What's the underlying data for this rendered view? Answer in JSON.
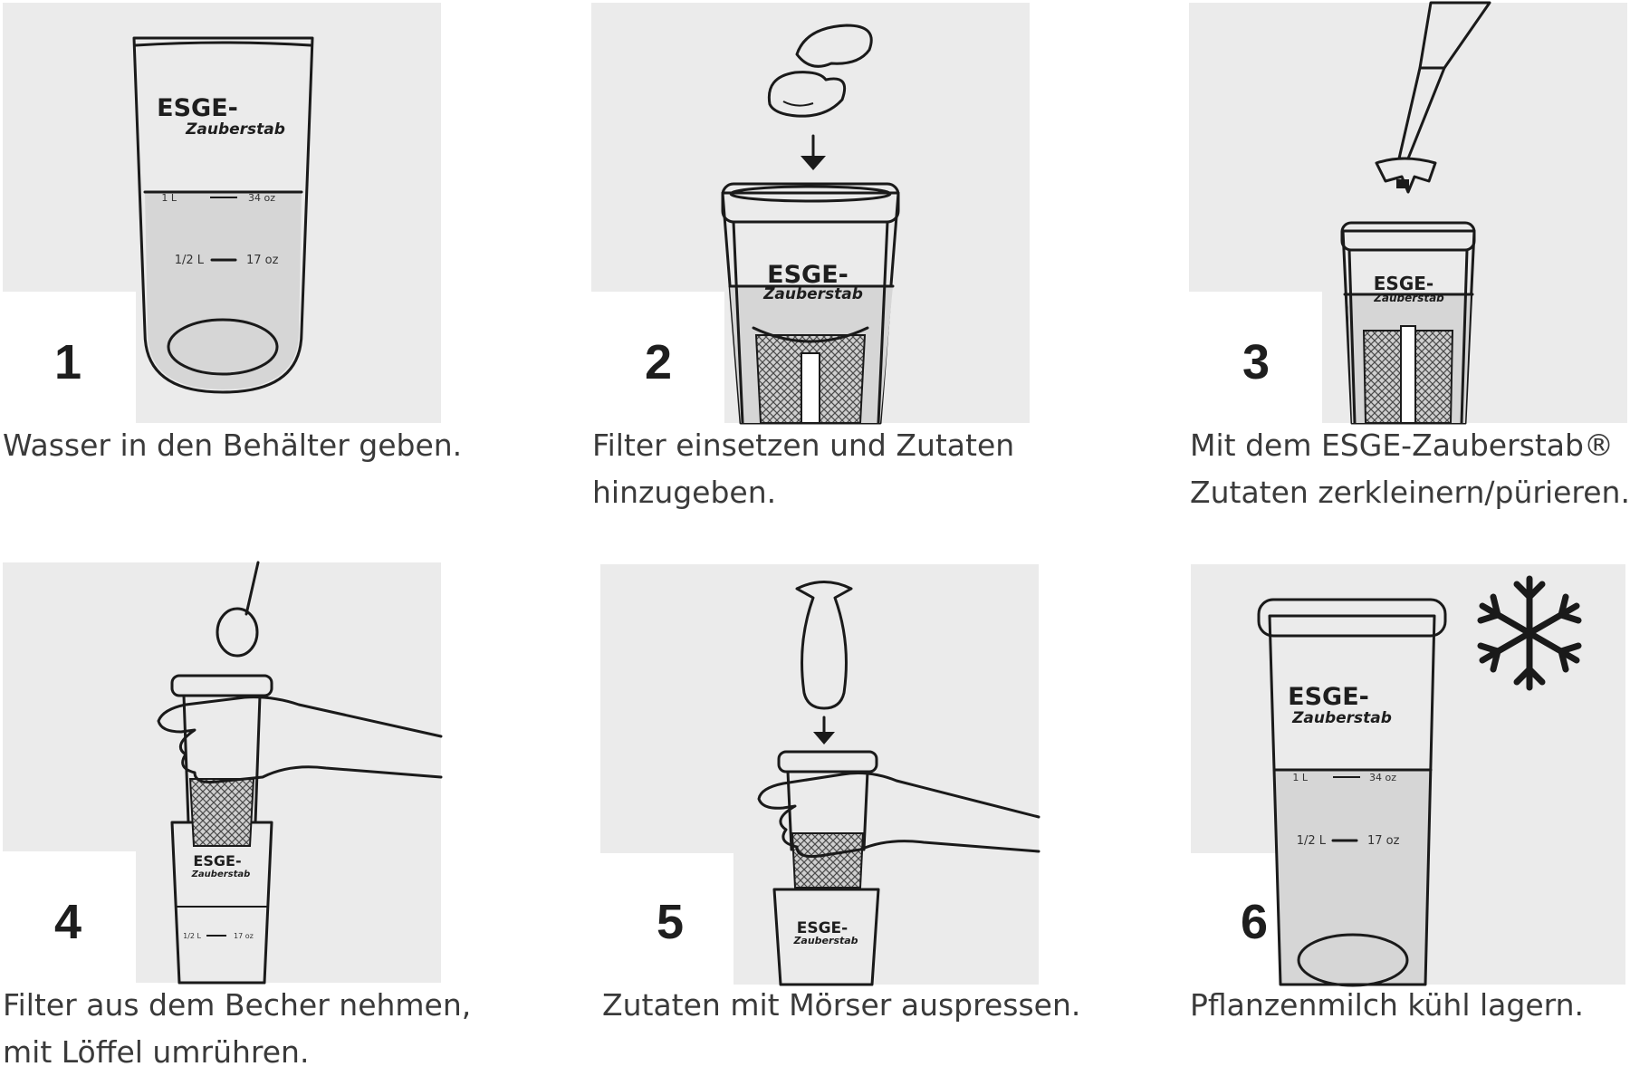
{
  "colors": {
    "panel_bg": "#ebebeb",
    "line": "#1a1a1a",
    "water": "#d6d6d6",
    "text": "#3a3a3a"
  },
  "brand": {
    "name": "ESGE-",
    "sub": "Zauberstab"
  },
  "scale": {
    "one_liter": "1 L",
    "one_liter_oz": "34 oz",
    "half_liter": "1/2 L",
    "half_liter_oz": "17 oz"
  },
  "steps": [
    {
      "number": "1",
      "caption_lines": [
        "Wasser in den Behälter geben."
      ]
    },
    {
      "number": "2",
      "caption_lines": [
        "Filter einsetzen und Zutaten",
        "hinzugeben."
      ]
    },
    {
      "number": "3",
      "caption_lines": [
        "Mit dem ESGE-Zauberstab®",
        "Zutaten zerkleinern/pürieren."
      ]
    },
    {
      "number": "4",
      "caption_lines": [
        "Filter aus dem Becher nehmen,",
        "mit Löffel umrühren."
      ]
    },
    {
      "number": "5",
      "caption_lines": [
        "Zutaten mit Mörser auspressen."
      ]
    },
    {
      "number": "6",
      "caption_lines": [
        "Pflanzenmilch kühl lagern."
      ]
    }
  ]
}
